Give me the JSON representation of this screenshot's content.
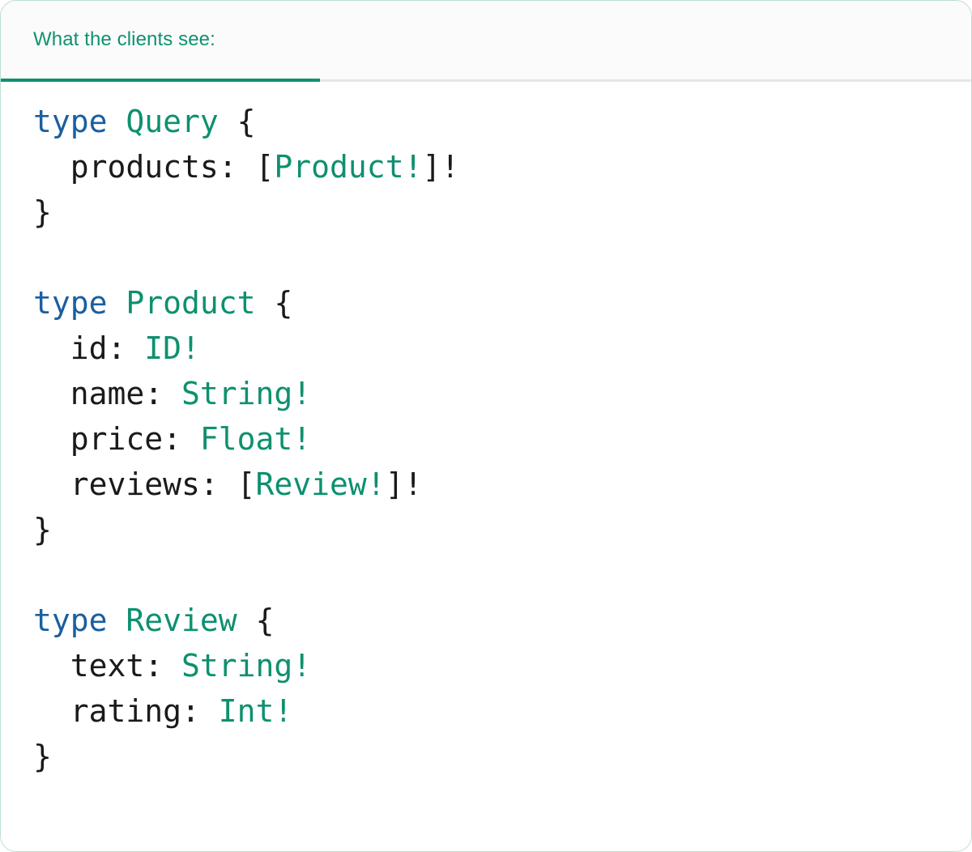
{
  "card": {
    "border_color": "#bcdfd1",
    "background": "#ffffff"
  },
  "tabs": {
    "background": "#fbfbfb",
    "divider_color": "#e6e6e6",
    "active_color": "#0e9171",
    "items": [
      {
        "label": "What the clients see:",
        "active": true
      }
    ]
  },
  "code": {
    "language": "graphql",
    "colors": {
      "keyword": "#1a5fa0",
      "type": "#0e9070",
      "plain": "#1a1a1a"
    },
    "text": "type Query {\n  products: [Product!]!\n}\n\ntype Product {\n  id: ID!\n  name: String!\n  price: Float!\n  reviews: [Review!]!\n}\n\ntype Review {\n  text: String!\n  rating: Int!\n}",
    "lines": [
      {
        "tokens": [
          {
            "t": "type",
            "c": "keyword"
          },
          {
            "t": " ",
            "c": "plain"
          },
          {
            "t": "Query",
            "c": "type"
          },
          {
            "t": " {",
            "c": "plain"
          }
        ]
      },
      {
        "tokens": [
          {
            "t": "  products: [",
            "c": "plain"
          },
          {
            "t": "Product!",
            "c": "type"
          },
          {
            "t": "]!",
            "c": "plain"
          }
        ]
      },
      {
        "tokens": [
          {
            "t": "}",
            "c": "plain"
          }
        ]
      },
      {
        "tokens": [
          {
            "t": "",
            "c": "plain"
          }
        ]
      },
      {
        "tokens": [
          {
            "t": "type",
            "c": "keyword"
          },
          {
            "t": " ",
            "c": "plain"
          },
          {
            "t": "Product",
            "c": "type"
          },
          {
            "t": " {",
            "c": "plain"
          }
        ]
      },
      {
        "tokens": [
          {
            "t": "  id: ",
            "c": "plain"
          },
          {
            "t": "ID!",
            "c": "type"
          }
        ]
      },
      {
        "tokens": [
          {
            "t": "  name: ",
            "c": "plain"
          },
          {
            "t": "String!",
            "c": "type"
          }
        ]
      },
      {
        "tokens": [
          {
            "t": "  price: ",
            "c": "plain"
          },
          {
            "t": "Float!",
            "c": "type"
          }
        ]
      },
      {
        "tokens": [
          {
            "t": "  reviews: [",
            "c": "plain"
          },
          {
            "t": "Review!",
            "c": "type"
          },
          {
            "t": "]!",
            "c": "plain"
          }
        ]
      },
      {
        "tokens": [
          {
            "t": "}",
            "c": "plain"
          }
        ]
      },
      {
        "tokens": [
          {
            "t": "",
            "c": "plain"
          }
        ]
      },
      {
        "tokens": [
          {
            "t": "type",
            "c": "keyword"
          },
          {
            "t": " ",
            "c": "plain"
          },
          {
            "t": "Review",
            "c": "type"
          },
          {
            "t": " {",
            "c": "plain"
          }
        ]
      },
      {
        "tokens": [
          {
            "t": "  text: ",
            "c": "plain"
          },
          {
            "t": "String!",
            "c": "type"
          }
        ]
      },
      {
        "tokens": [
          {
            "t": "  rating: ",
            "c": "plain"
          },
          {
            "t": "Int!",
            "c": "type"
          }
        ]
      },
      {
        "tokens": [
          {
            "t": "}",
            "c": "plain"
          }
        ]
      }
    ]
  }
}
